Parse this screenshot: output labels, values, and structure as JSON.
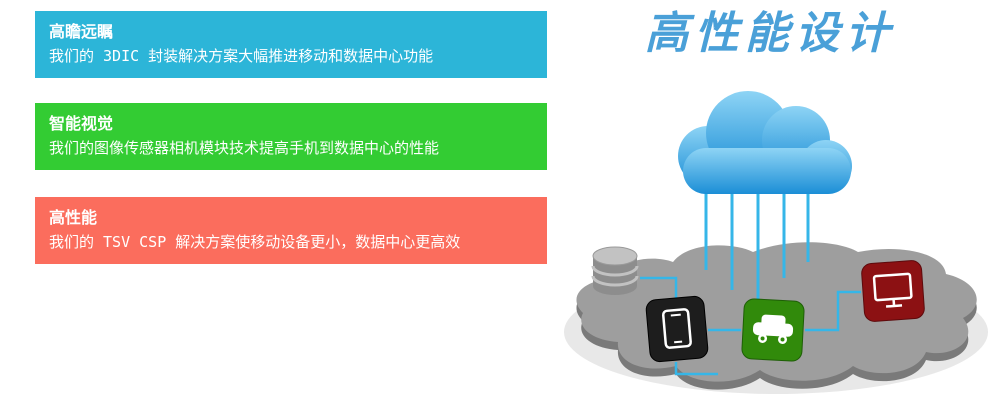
{
  "heading": {
    "text": "高性能设计",
    "color": "#4aa0d8"
  },
  "banners": [
    {
      "title": "高瞻远瞩",
      "subtitle": "我们的 3DIC 封装解决方案大幅推进移动和数据中心功能",
      "color": "#2cb5d8"
    },
    {
      "title": "智能视觉",
      "subtitle": "我们的图像传感器相机模块技术提高手机到数据中心的性能",
      "color": "#33cc33"
    },
    {
      "title": "高性能",
      "subtitle": "我们的 TSV CSP 解决方案使移动设备更小，数据中心更高效",
      "color": "#fb6d5d"
    }
  ],
  "illustration": {
    "icons": [
      "cloud-icon",
      "database-icon",
      "smartphone-icon",
      "car-icon",
      "monitor-icon"
    ],
    "cloud_color": "#1b8ed6",
    "island_color": "#9e9e9e",
    "line_color": "#35b6e8",
    "device_colors": {
      "database": "#8d8d8d",
      "smartphone": "#1d1d1d",
      "car": "#318a0b",
      "monitor": "#8c1113"
    }
  }
}
